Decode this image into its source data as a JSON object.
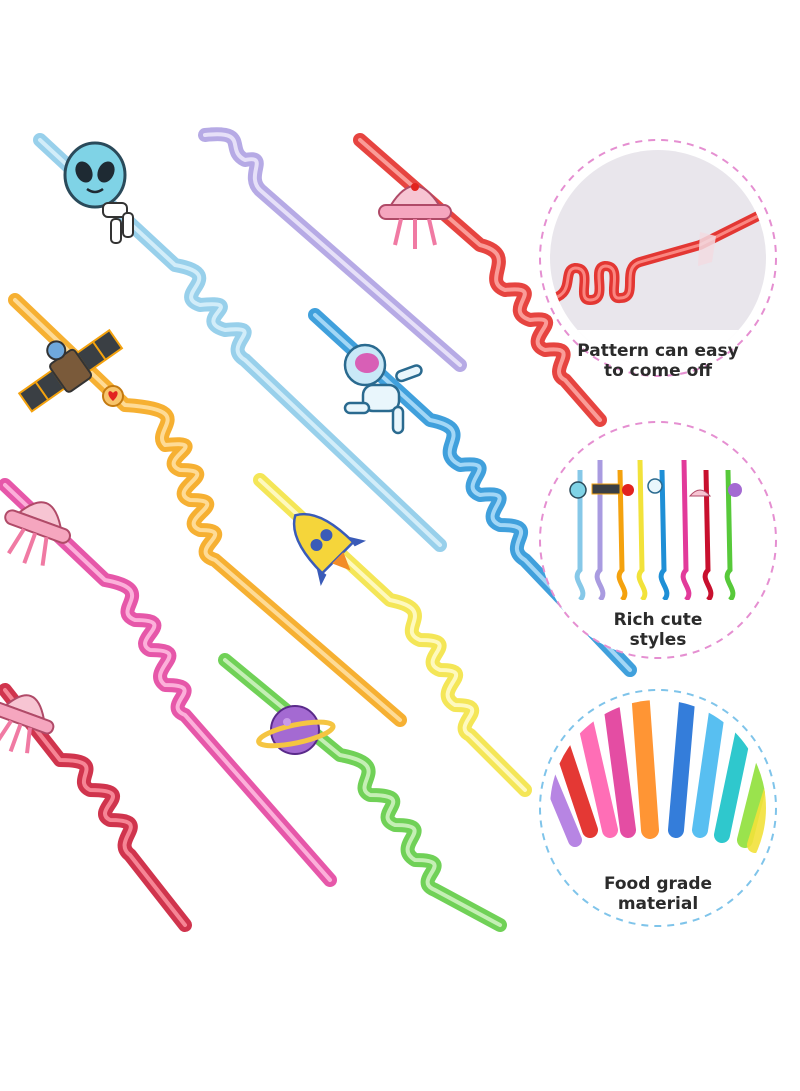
{
  "product": "Space themed reusable crazy drinking straws",
  "palette": {
    "red": "#e2231f",
    "purple": "#a99be0",
    "light_blue": "#86c8e8",
    "blue": "#1f8fd6",
    "orange": "#f4a20e",
    "yellow": "#f2e23a",
    "pink": "#e23a9a",
    "green": "#57c93a",
    "dark_red": "#c8102e",
    "dash_pink": "#e58fd1",
    "dash_blue": "#7fc4ea"
  },
  "straws": [
    {
      "name": "light-blue-alien-straw",
      "color": "light_blue",
      "charm": "alien-icon"
    },
    {
      "name": "purple-straw",
      "color": "purple",
      "charm": "none"
    },
    {
      "name": "red-ufo-straw",
      "color": "red",
      "charm": "ufo-icon"
    },
    {
      "name": "orange-satellite-straw",
      "color": "orange",
      "charm": "satellite-icon"
    },
    {
      "name": "blue-astronaut-straw",
      "color": "blue",
      "charm": "astronaut-icon"
    },
    {
      "name": "yellow-rocket-straw",
      "color": "yellow",
      "charm": "rocket-icon"
    },
    {
      "name": "pink-ufo-straw",
      "color": "pink",
      "charm": "ufo-icon"
    },
    {
      "name": "green-planet-straw",
      "color": "green",
      "charm": "planet-icon"
    },
    {
      "name": "dark-red-ufo-straw",
      "color": "dark_red",
      "charm": "ufo-icon"
    }
  ],
  "callouts": [
    {
      "name": "pattern-callout",
      "line1": "Pattern can easy",
      "line2": "to come off",
      "dash_color": "dash_pink"
    },
    {
      "name": "styles-callout",
      "line1": "Rich cute",
      "line2": "styles",
      "dash_color": "dash_pink"
    },
    {
      "name": "material-callout",
      "line1": "Food grade",
      "line2": "material",
      "dash_color": "dash_blue"
    }
  ]
}
